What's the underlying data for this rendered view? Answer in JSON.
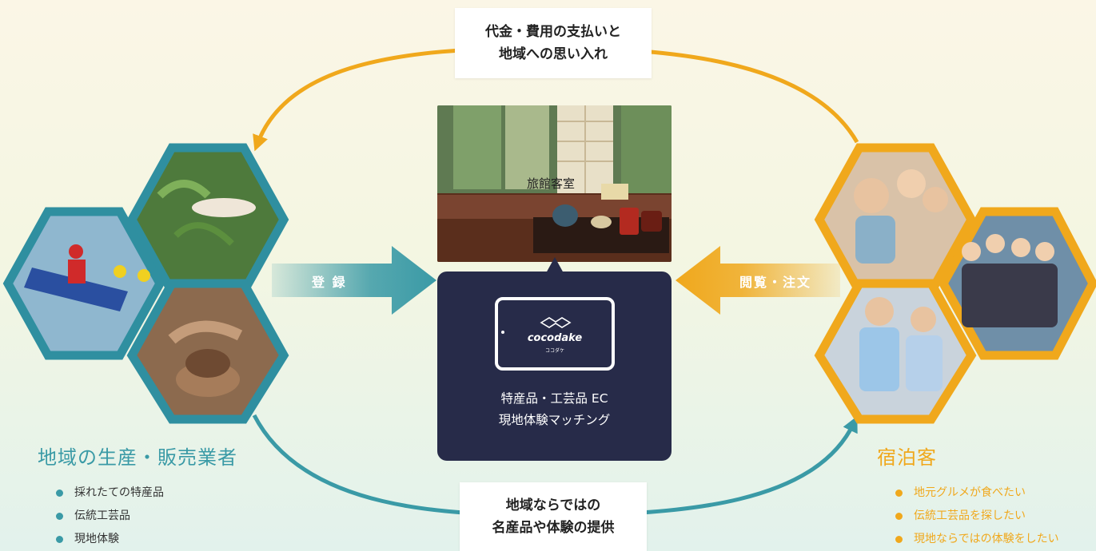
{
  "top_card": {
    "line1": "代金・費用の支払いと",
    "line2": "地域への思い入れ"
  },
  "bottom_card": {
    "line1": "地域ならではの",
    "line2": "名産品や体験の提供"
  },
  "center_photo": {
    "label": "旅館客室"
  },
  "platform": {
    "logo": "cocodake",
    "logo_sub": "ココダケ",
    "line1": "特産品・工芸品 EC",
    "line2": "現地体験マッチング"
  },
  "left_arrow": {
    "label": "登 録"
  },
  "right_arrow": {
    "label": "閲覧・注文"
  },
  "left_group": {
    "title": "地域の生産・販売業者",
    "items": [
      "採れたての特産品",
      "伝統工芸品",
      "現地体験"
    ],
    "accent": "#3a9aa6"
  },
  "right_group": {
    "title": "宿泊客",
    "items": [
      "地元グルメが食べたい",
      "伝統工芸品を探したい",
      "現地ならではの体験をしたい"
    ],
    "accent": "#f0a81c"
  },
  "colors": {
    "teal": "#3a9aa6",
    "orange": "#f0a81c",
    "navy": "#272b49"
  }
}
